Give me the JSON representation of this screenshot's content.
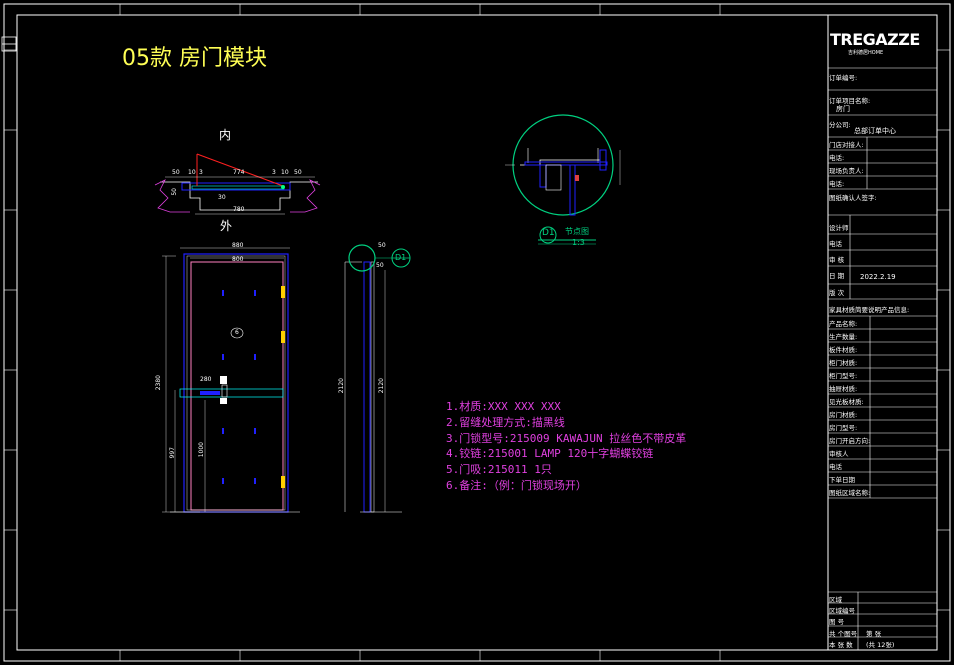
{
  "drawing_title": "05款 房门模块",
  "plan": {
    "inside_label": "内",
    "outside_label": "外",
    "dims": [
      "50",
      "10",
      "3",
      "774",
      "3",
      "10",
      "50",
      "780",
      "50",
      "30"
    ]
  },
  "elevation": {
    "width_dim": "880",
    "panel_dim": "800",
    "height_dim": "2380",
    "lower_dim": "1000",
    "handle_dim": "280",
    "bottom_dim": "997",
    "marker": "6",
    "side_height": "2120",
    "side_height2": "2120",
    "side_top": "50",
    "side_w": "50",
    "detail_tag": "D1"
  },
  "detail": {
    "tag": "D1",
    "name": "节点图",
    "scale": "1:3"
  },
  "notes": [
    "1.材质:XXX XXX XXX",
    "2.留缝处理方式:描黑线",
    "3.门锁型号:215009 KAWAJUN 拉丝色不带皮革",
    "4.铰链:215001 LAMP 120十字蝴蝶铰链",
    "5.门吸:215011  1只",
    "6.备注:（例：门锁现场开）"
  ],
  "title_block": {
    "logo": "TREGAZZE",
    "logo_sub": "吉利德居HOME",
    "rows": [
      {
        "label": "订单编号:",
        "value": ""
      },
      {
        "label": "订单项目名称:",
        "value": "房门"
      },
      {
        "label": "分公司:",
        "value": "总部订单中心"
      },
      {
        "label": "门店对接人:",
        "value": ""
      },
      {
        "label": "电话:",
        "value": ""
      },
      {
        "label": "现场负责人:",
        "value": ""
      },
      {
        "label": "电话:",
        "value": ""
      },
      {
        "label": "图纸确认人签字:",
        "value": ""
      },
      {
        "label": "设计师",
        "value": ""
      },
      {
        "label": "电话",
        "value": ""
      },
      {
        "label": "审 核",
        "value": ""
      },
      {
        "label": "日 期",
        "value": "2022.2.19"
      },
      {
        "label": "版 次",
        "value": ""
      },
      {
        "label": "家具材质简要说明产品信息:",
        "value": ""
      },
      {
        "label": "产品名称:",
        "value": ""
      },
      {
        "label": "生产数量:",
        "value": ""
      },
      {
        "label": "板件材质:",
        "value": ""
      },
      {
        "label": "柜门材质:",
        "value": ""
      },
      {
        "label": "柜门型号:",
        "value": ""
      },
      {
        "label": "抽屉材质:",
        "value": ""
      },
      {
        "label": "见光板材质:",
        "value": ""
      },
      {
        "label": "房门材质:",
        "value": ""
      },
      {
        "label": "房门型号:",
        "value": ""
      },
      {
        "label": "房门开启方向:",
        "value": ""
      },
      {
        "label": "审核人",
        "value": ""
      },
      {
        "label": "电话",
        "value": ""
      },
      {
        "label": "下单日期",
        "value": ""
      },
      {
        "label": "图纸区域名称:",
        "value": ""
      }
    ],
    "bottom_rows": [
      {
        "label": "区域",
        "value": ""
      },
      {
        "label": "区域编号",
        "value": ""
      },
      {
        "label": "图 号",
        "value": ""
      },
      {
        "label": "共 个图号",
        "value": "第 张"
      },
      {
        "label": "本 张 数",
        "value": "(共 12张)"
      }
    ]
  },
  "colors": {
    "frame": "#ffffff",
    "blue": "#2020ff",
    "cyan": "#00ffff",
    "green": "#00d080",
    "yellow": "#ffff55",
    "magenta": "#e040e0",
    "red": "#ff2020",
    "pink": "#ff80c0"
  }
}
